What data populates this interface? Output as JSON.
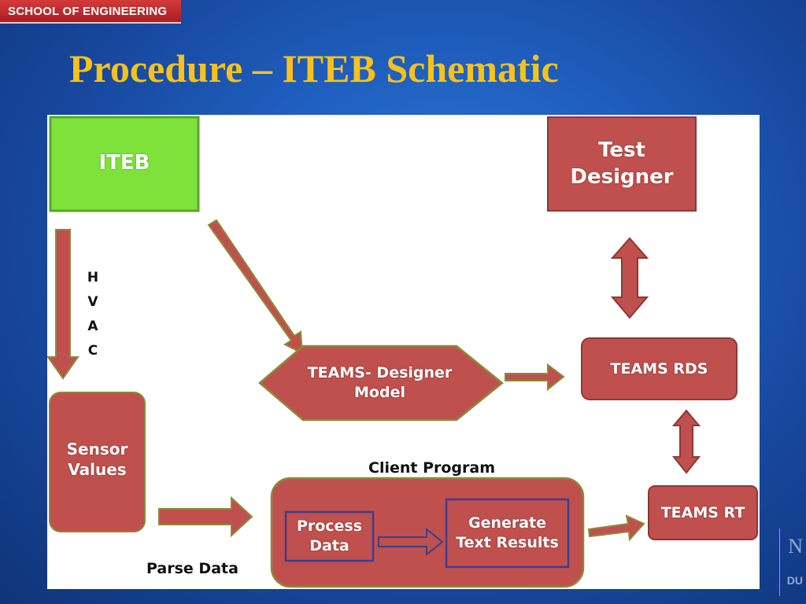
{
  "header": {
    "school_label": "SCHOOL OF ENGINEERING",
    "title": "Procedure – ITEB Schematic",
    "logo_fragment_n": "N",
    "logo_fragment_du": "DU"
  },
  "diagram": {
    "nodes": {
      "iteb": "ITEB",
      "test_designer_line1": "Test",
      "test_designer_line2": "Designer",
      "teams_designer_line1": "TEAMS- Designer",
      "teams_designer_line2": "Model",
      "teams_rds": "TEAMS RDS",
      "sensor_line1": "Sensor",
      "sensor_line2": "Values",
      "process_line1": "Process",
      "process_line2": "Data",
      "generate_line1": "Generate",
      "generate_line2": "Text Results",
      "teams_rt": "TEAMS RT"
    },
    "labels": {
      "client_program": "Client Program",
      "parse_data": "Parse Data",
      "hvac_letters": [
        "H",
        "V",
        "A",
        "C"
      ]
    },
    "colors": {
      "iteb_green": "#7ee23a",
      "box_red": "#c0504d",
      "box_border": "#8c3836",
      "arrow_red": "#c0504d",
      "olive_border": "#8a8a3a",
      "inner_border": "#3d3d8c",
      "title_yellow": "#f7c21c"
    }
  }
}
